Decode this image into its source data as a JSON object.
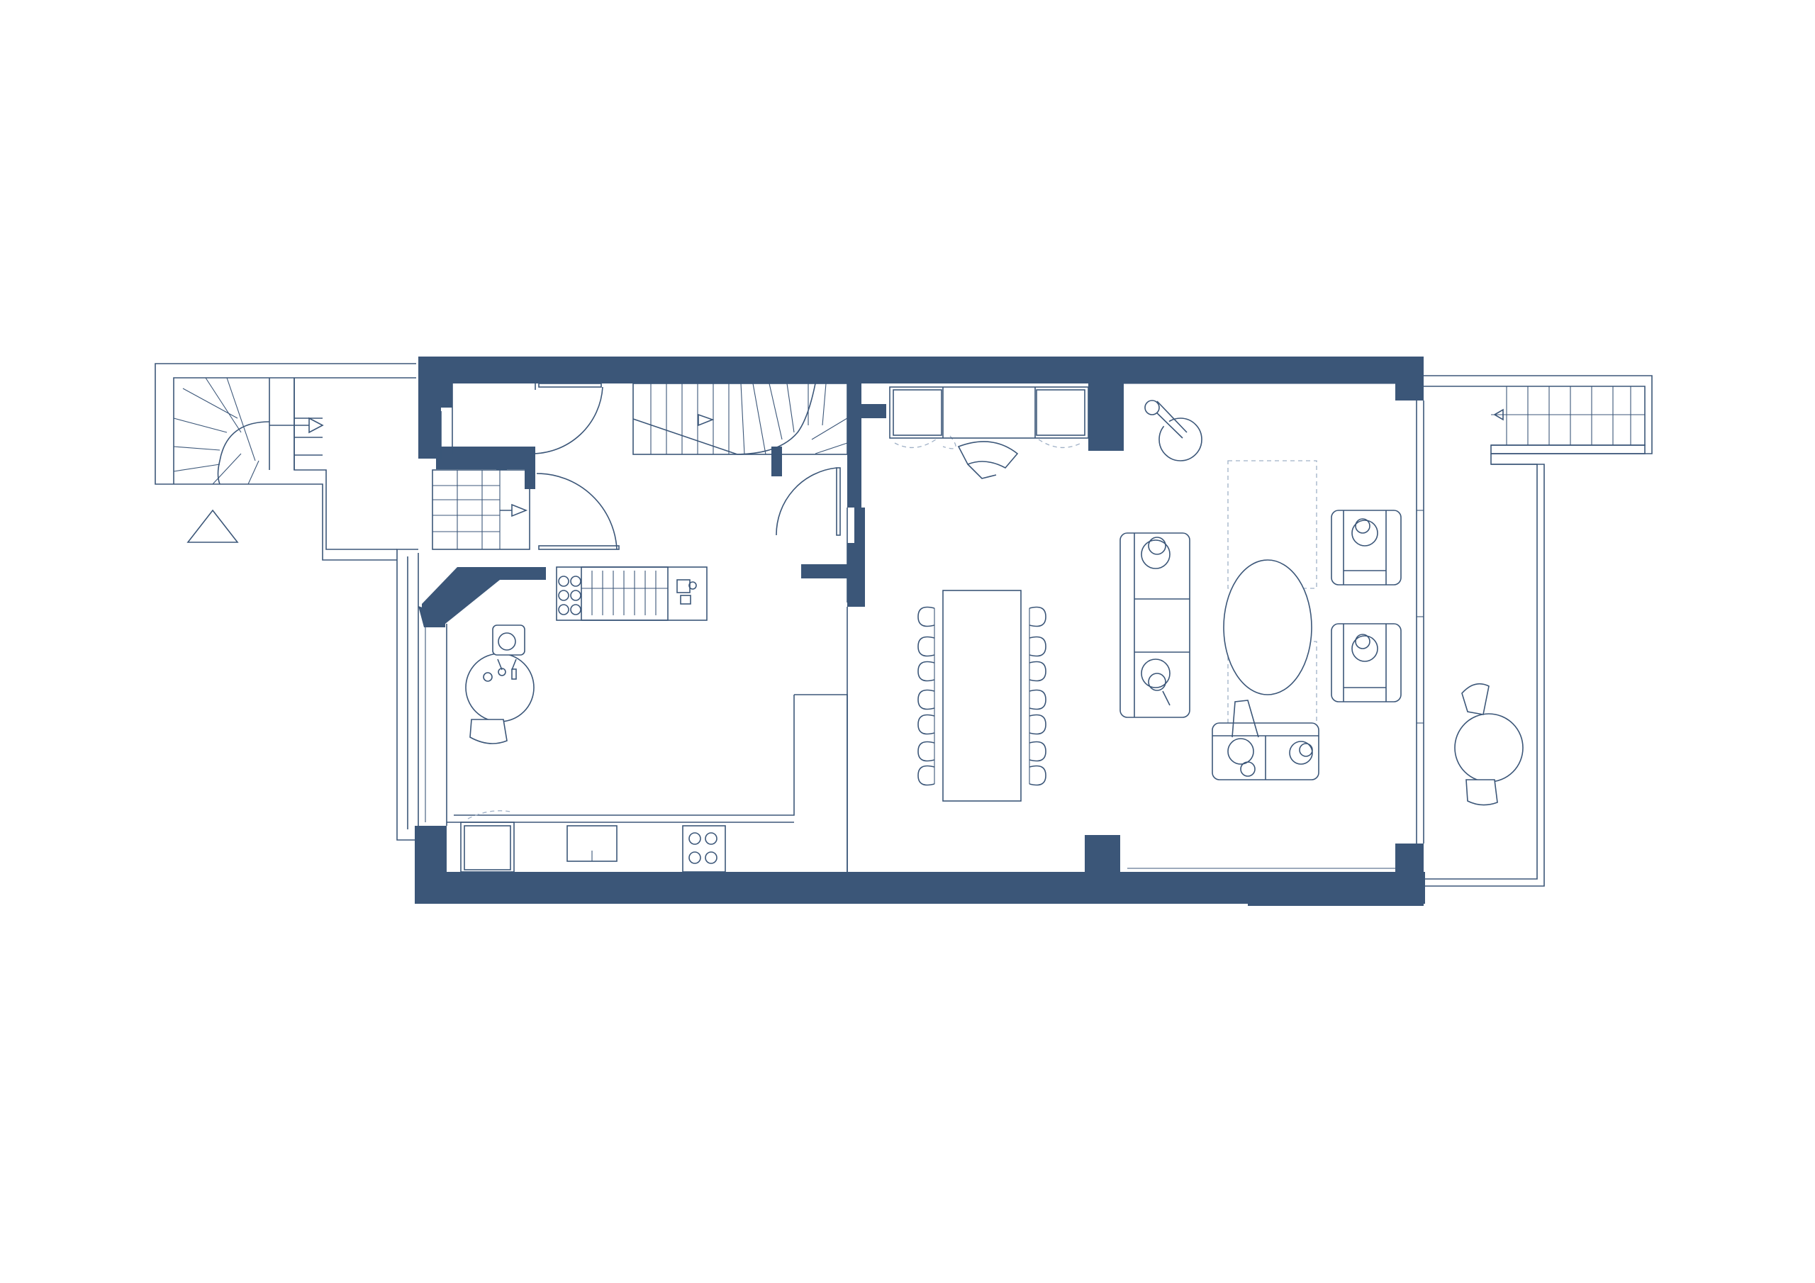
{
  "drawing": {
    "kind": "floor-plan",
    "level": "ground-floor",
    "colors": {
      "wall": "#3b5678",
      "line": "#3b5678",
      "dashed": "#9fb0c6",
      "background": "#ffffff"
    },
    "rooms": [
      "entrance-stair",
      "hall",
      "kitchen",
      "breakfast-nook",
      "dining",
      "living",
      "rear-terrace"
    ],
    "icons": [
      "north-arrow-icon",
      "stair-direction-arrow-icon",
      "door-swing-icon",
      "cooktop-icon",
      "sink-icon",
      "person-icon",
      "armchair-icon",
      "sofa-icon",
      "dining-chair-icon",
      "floor-lamp-icon"
    ]
  }
}
